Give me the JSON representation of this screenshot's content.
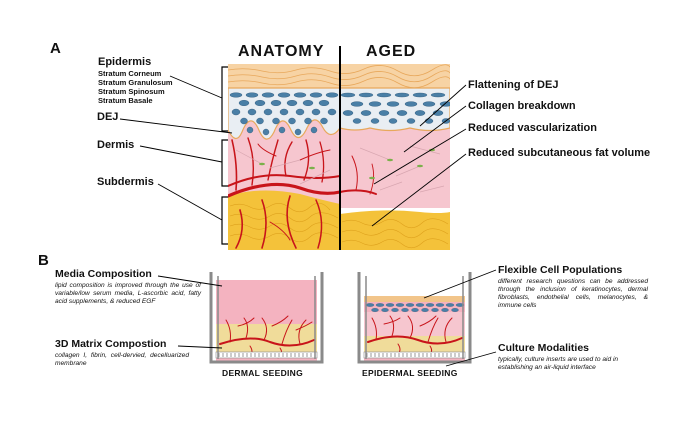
{
  "panelA": {
    "letter": "A",
    "col_left": "ANATOMY",
    "col_right": "AGED",
    "left_labels": {
      "epidermis": "Epidermis",
      "strata": [
        "Stratum Corneum",
        "Stratum Granulosum",
        "Stratum Spinosum",
        "Stratum Basale"
      ],
      "dej": "DEJ",
      "dermis": "Dermis",
      "subdermis": "Subdermis"
    },
    "right_labels": [
      "Flattening of DEJ",
      "Collagen breakdown",
      "Reduced vascularization",
      "Reduced subcutaneous fat volume"
    ]
  },
  "panelB": {
    "letter": "B",
    "media": {
      "title": "Media Composition",
      "desc": "lipid composition is improved through the use of variable/low serum media, L-ascorbic acid, fatty acid supplements, & reduced EGF"
    },
    "matrix": {
      "title": "3D Matrix Compostion",
      "desc": "collagen I, fibrin, cell-dervied, decelluarized membrane"
    },
    "flexible": {
      "title": "Flexible Cell Populations",
      "desc": "different research questions can be addressed through the inclusion of keratinocytes, dermal fibroblasts, endothelial cells, melanocytes, & immune cells"
    },
    "culture": {
      "title": "Culture Modalities",
      "desc": "typically, culture inserts are used to aid in establishing an air-liquid interface"
    },
    "caption_left": "DERMAL SEEDING",
    "caption_right": "EPIDERMAL SEEDING"
  },
  "colors": {
    "corneum": "#f2c58a",
    "cells": "#4a7fa6",
    "dermis": "#f6c6cf",
    "fat": "#f4c23a",
    "vessel": "#c8141a",
    "media": "#f4b3c0"
  }
}
